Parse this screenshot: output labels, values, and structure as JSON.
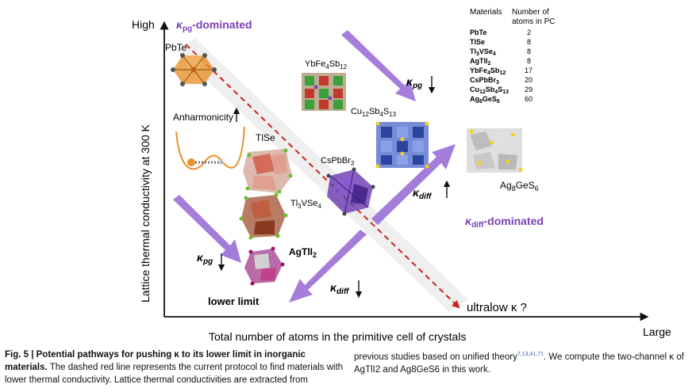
{
  "axes": {
    "y_label": "Lattice thermal conductivity at 300 K",
    "x_label": "Total number of atoms in the primitive cell of crystals",
    "y_high": "High",
    "x_large": "Large"
  },
  "labels": {
    "kpg_dominated_sym": "κ",
    "kpg_dominated_sub": "pg",
    "kpg_dominated_text": "-dominated",
    "kdiff_dominated_sym": "κ",
    "kdiff_dominated_sub": "diff",
    "kdiff_dominated_text": "-dominated",
    "ultralow": "ultralow κ ?",
    "lower_limit": "lower limit",
    "anharmonicity": "Anharmonicity",
    "kpg_sym": "κ",
    "kpg_sub": "pg",
    "kdiff_sym": "κ",
    "kdiff_sub": "diff"
  },
  "materials": {
    "pbte": "PbTe",
    "tlse": "TlSe",
    "tl3vse4": "Tl3VSe4",
    "agtli2": "AgTlI2",
    "cspbbr3": "CsPbBr3",
    "yb": "YbFe4Sb12",
    "cu": "Cu12Sb4S13",
    "ag8": "Ag8GeS6"
  },
  "table": {
    "col1": "Materials",
    "col2_line1": "Number of",
    "col2_line2": "atoms in PC",
    "rows": [
      {
        "material": "PbTe",
        "atoms": "2"
      },
      {
        "material": "TlSe",
        "atoms": "8"
      },
      {
        "material": "Tl3VSe4",
        "atoms": "8"
      },
      {
        "material": "AgTlI2",
        "atoms": "8"
      },
      {
        "material": "YbFe4Sb12",
        "atoms": "17"
      },
      {
        "material": "CsPbBr3",
        "atoms": "20"
      },
      {
        "material": "Cu12Sb4S13",
        "atoms": "29"
      },
      {
        "material": "Ag8GeS6",
        "atoms": "60"
      }
    ]
  },
  "caption": {
    "fig_label": "Fig. 5 | Potential pathways for pushing κ to its lower limit in inorganic materials.",
    "left_body": "The dashed red line represents the current protocol to find materials with lower thermal conductivity. Lattice thermal conductivities are extracted from",
    "right_body_a": "previous studies based on unified theory",
    "right_refs": "7,13,41,71",
    "right_body_b": ". We compute the two-channel κ of AgTlI2 and Ag8GeS6 in this work."
  },
  "colors": {
    "purple": "#7b3fb8",
    "arrow_purple": "#9b6fd6",
    "dashed_red": "#cc2222",
    "orange": "#e8902a",
    "ref_blue": "#3a5fb0"
  }
}
